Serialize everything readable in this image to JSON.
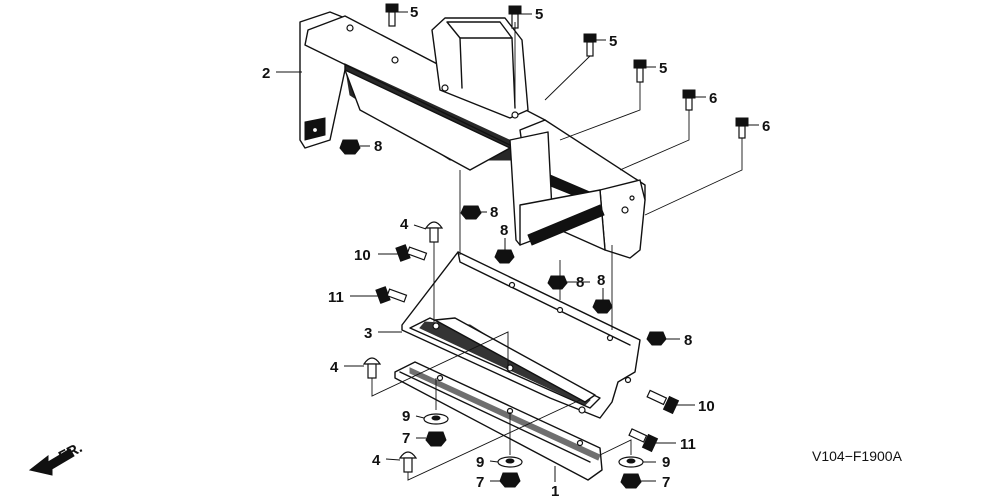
{
  "diagram": {
    "code": "V104−F1900A",
    "direction_label": "FR.",
    "callouts": [
      {
        "id": "c5a",
        "text": "5"
      },
      {
        "id": "c5b",
        "text": "5"
      },
      {
        "id": "c5c",
        "text": "5"
      },
      {
        "id": "c5d",
        "text": "5"
      },
      {
        "id": "c6a",
        "text": "6"
      },
      {
        "id": "c6b",
        "text": "6"
      },
      {
        "id": "c2",
        "text": "2"
      },
      {
        "id": "c8a",
        "text": "8"
      },
      {
        "id": "c8b",
        "text": "8"
      },
      {
        "id": "c8c",
        "text": "8"
      },
      {
        "id": "c8d",
        "text": "8"
      },
      {
        "id": "c8e",
        "text": "8"
      },
      {
        "id": "c8f",
        "text": "8"
      },
      {
        "id": "c4a",
        "text": "4"
      },
      {
        "id": "c10a",
        "text": "10"
      },
      {
        "id": "c11a",
        "text": "11"
      },
      {
        "id": "c3",
        "text": "3"
      },
      {
        "id": "c4b",
        "text": "4"
      },
      {
        "id": "c10b",
        "text": "10"
      },
      {
        "id": "c9a",
        "text": "9"
      },
      {
        "id": "c7a",
        "text": "7"
      },
      {
        "id": "c11b",
        "text": "11"
      },
      {
        "id": "c4c",
        "text": "4"
      },
      {
        "id": "c9b",
        "text": "9"
      },
      {
        "id": "c9c",
        "text": "9"
      },
      {
        "id": "c7b",
        "text": "7"
      },
      {
        "id": "c7c",
        "text": "7"
      },
      {
        "id": "c1",
        "text": "1"
      }
    ]
  }
}
